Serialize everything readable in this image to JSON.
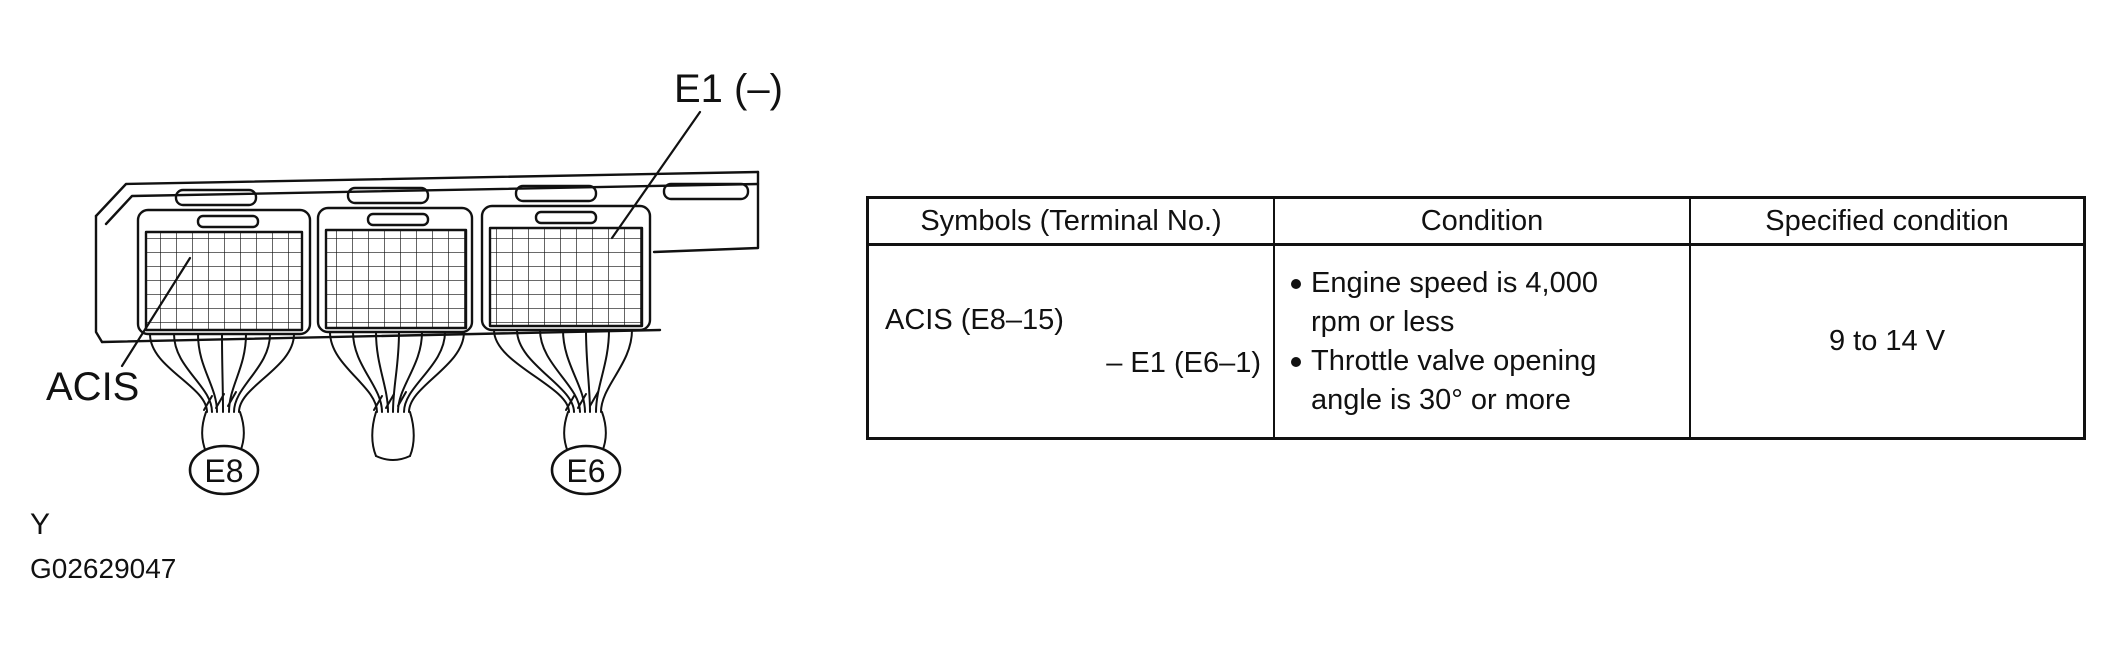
{
  "figure": {
    "e1_label": "E1 (–)",
    "acis_label": "ACIS",
    "e8_label": "E8",
    "e6_label": "E6",
    "note_y": "Y",
    "figure_id": "G02629047"
  },
  "table": {
    "headers": [
      "Symbols (Terminal No.)",
      "Condition",
      "Specified condition"
    ],
    "row": {
      "symbols_line1": "ACIS (E8–15)",
      "symbols_line2": "– E1 (E6–1)",
      "conditions": [
        [
          "Engine speed is 4,000",
          "rpm or less"
        ],
        [
          "Throttle valve opening",
          "angle is 30° or more"
        ]
      ],
      "specified_condition": "9 to 14 V"
    }
  },
  "colors": {
    "ink": "#111111",
    "background": "#ffffff"
  }
}
